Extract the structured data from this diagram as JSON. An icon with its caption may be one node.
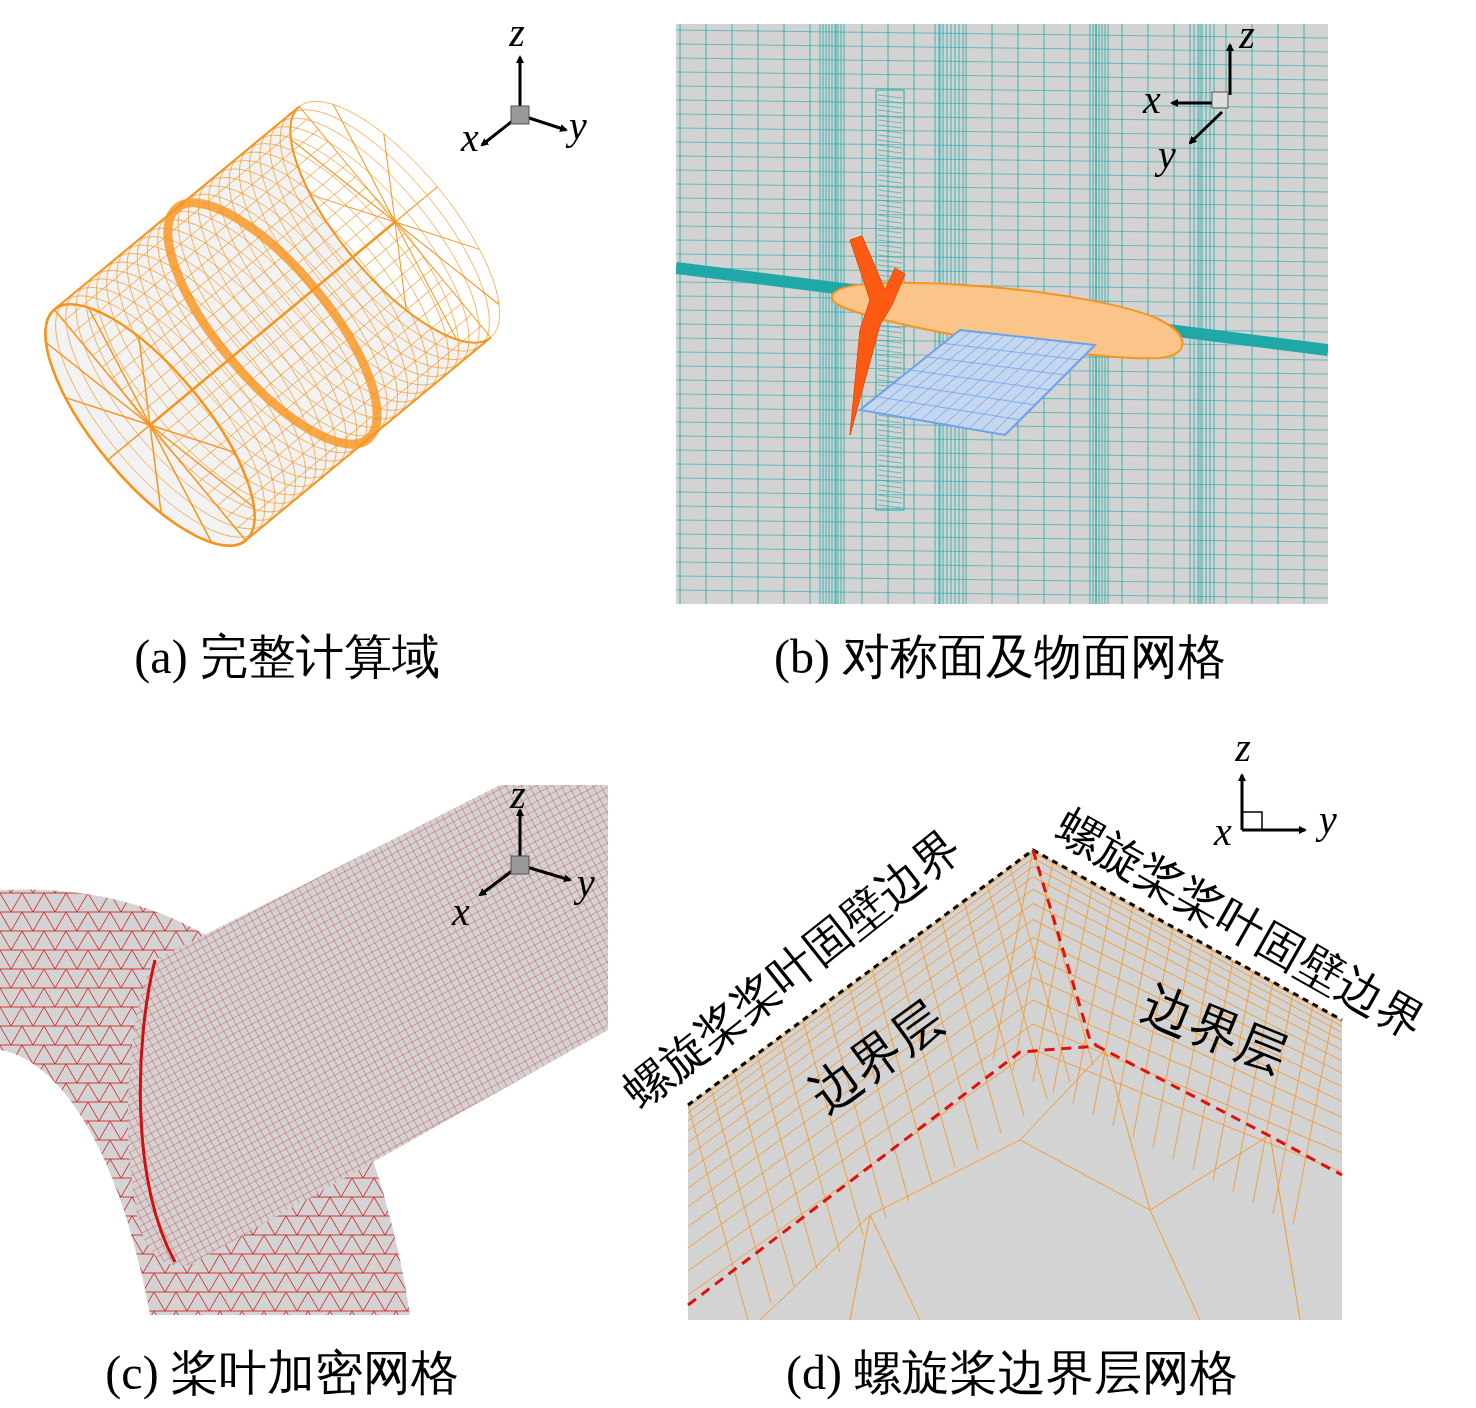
{
  "diagram": {
    "labels": [
      "z",
      "x",
      "y",
      "z",
      "x",
      "y",
      "(a) 完整计算域",
      "(b) 对称面及物面网格",
      "z",
      "x",
      "y",
      "z",
      "x",
      "y",
      "螺旋桨桨叶固壁边界",
      "螺旋桨桨叶固壁边界",
      "边界层",
      "边界层",
      "(c) 桨叶加密网格",
      "(d) 螺旋桨边界层网格"
    ]
  }
}
